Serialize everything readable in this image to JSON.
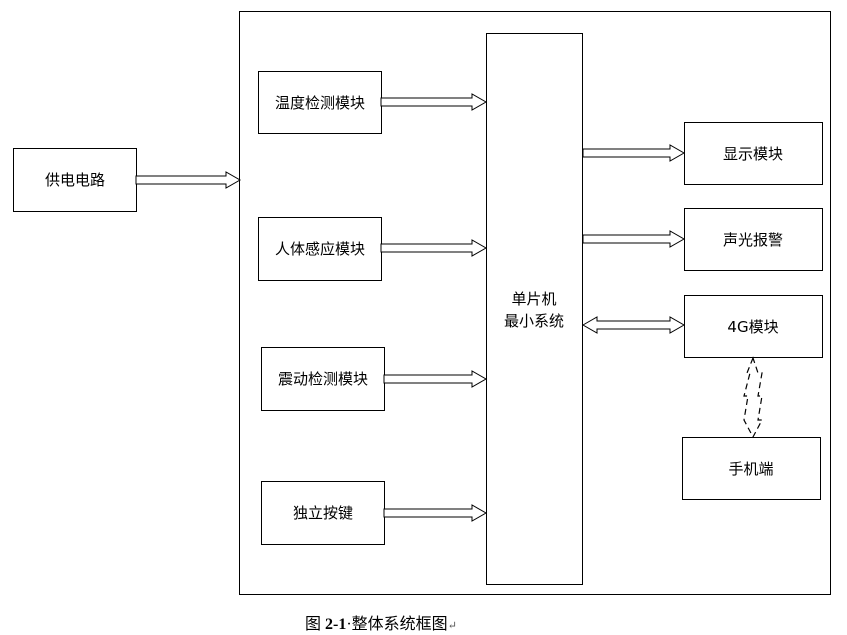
{
  "blocks": {
    "power": "供电电路",
    "temp": "温度检测模块",
    "pir": "人体感应模块",
    "vibration": "震动检测模块",
    "button": "独立按键",
    "mcu_line1": "单片机",
    "mcu_line2": "最小系统",
    "display": "显示模块",
    "alarm": "声光报警",
    "module_4g": "4G模块",
    "phone": "手机端"
  },
  "caption": {
    "prefix": "图 ",
    "number": "2-1",
    "sep": "·",
    "title": "整体系统框图",
    "mark": "↵"
  }
}
